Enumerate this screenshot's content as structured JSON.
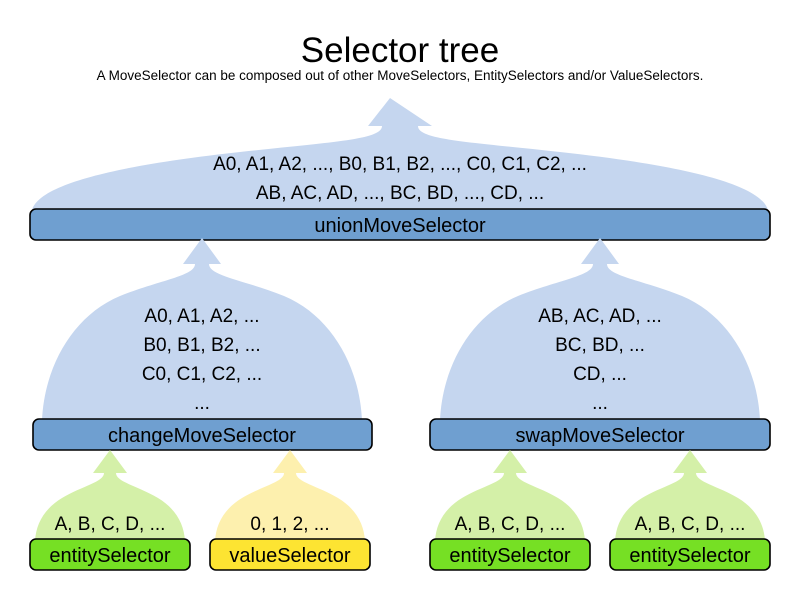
{
  "header": {
    "title": "Selector tree",
    "subtitle": "A MoveSelector can be composed out of other MoveSelectors, EntitySelectors and/or ValueSelectors."
  },
  "colors": {
    "blue_bar": "#6f9fd0",
    "blue_balloon": "#c5d6ef",
    "green_bar": "#76e024",
    "green_balloon": "#d4f0a8",
    "yellow_bar": "#fde432",
    "yellow_balloon": "#fdf0ae",
    "outline": "#000000",
    "background": "#ffffff"
  },
  "nodes": {
    "union": {
      "label": "unionMoveSelector",
      "lines": [
        "A0, A1, A2, ..., B0, B1, B2, ..., C0, C1, C2, ...",
        "AB, AC, AD, ..., BC, BD, ..., CD, ..."
      ]
    },
    "change": {
      "label": "changeMoveSelector",
      "lines": [
        "A0, A1, A2, ...",
        "B0, B1, B2, ...",
        "C0, C1, C2, ...",
        "..."
      ]
    },
    "swap": {
      "label": "swapMoveSelector",
      "lines": [
        "AB, AC, AD, ...",
        "BC, BD, ...",
        "CD, ...",
        "..."
      ]
    },
    "entity_change": {
      "label": "entitySelector",
      "lines": [
        "A, B, C, D, ..."
      ]
    },
    "value_change": {
      "label": "valueSelector",
      "lines": [
        "0, 1, 2, ..."
      ]
    },
    "entity_swap_left": {
      "label": "entitySelector",
      "lines": [
        "A, B, C, D, ..."
      ]
    },
    "entity_swap_right": {
      "label": "entitySelector",
      "lines": [
        "A, B, C, D, ..."
      ]
    }
  }
}
